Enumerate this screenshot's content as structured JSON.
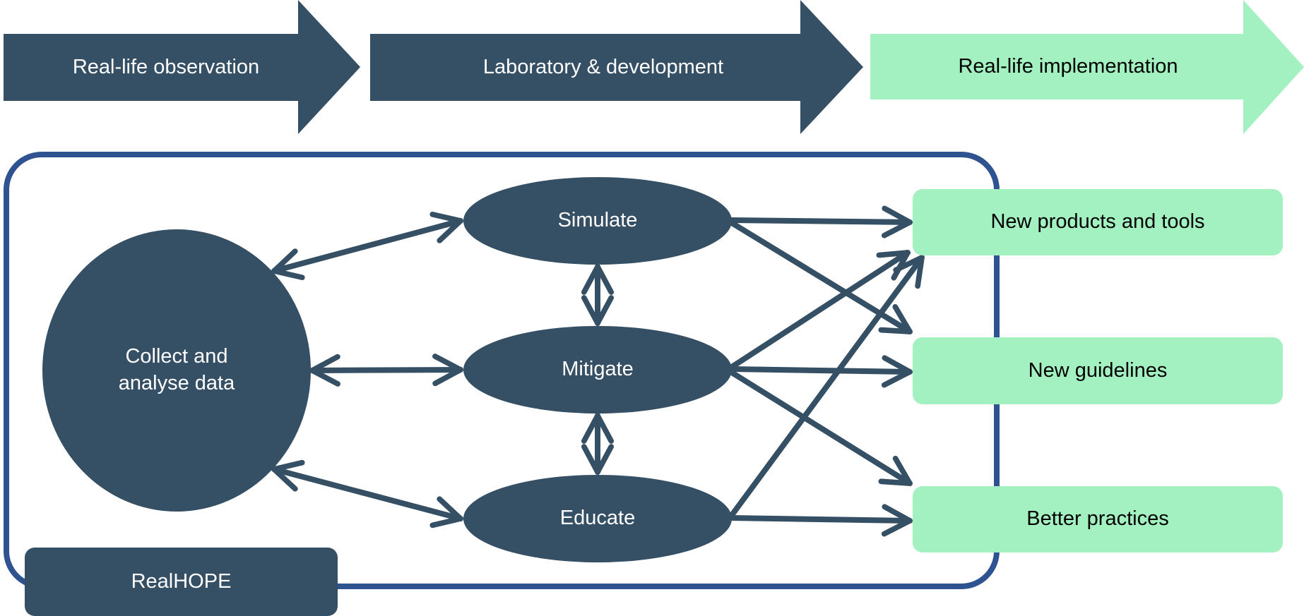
{
  "colors": {
    "navy": "#354f64",
    "mint": "#a3f1c0",
    "frame_blue": "#2f5290",
    "white": "#ffffff",
    "black": "#000000"
  },
  "phases": [
    {
      "label": "Real-life observation",
      "color": "navy"
    },
    {
      "label": "Laboratory & development",
      "color": "navy"
    },
    {
      "label": "Real-life implementation",
      "color": "mint"
    }
  ],
  "hub": {
    "label_line1": "Collect and",
    "label_line2": "analyse data"
  },
  "activities": [
    {
      "label": "Simulate"
    },
    {
      "label": "Mitigate"
    },
    {
      "label": "Educate"
    }
  ],
  "outcomes": [
    {
      "label": "New products and tools"
    },
    {
      "label": "New guidelines"
    },
    {
      "label": "Better practices"
    }
  ],
  "project": {
    "label": "RealHOPE"
  },
  "connections": {
    "hub_activity": [
      "Simulate",
      "Mitigate",
      "Educate"
    ],
    "activity_activity": [
      [
        "Simulate",
        "Mitigate"
      ],
      [
        "Mitigate",
        "Educate"
      ]
    ],
    "activity_outcome": [
      [
        "Simulate",
        "New products and tools"
      ],
      [
        "Simulate",
        "New guidelines"
      ],
      [
        "Mitigate",
        "New products and tools"
      ],
      [
        "Mitigate",
        "New guidelines"
      ],
      [
        "Mitigate",
        "Better practices"
      ],
      [
        "Educate",
        "New products and tools"
      ],
      [
        "Educate",
        "Better practices"
      ]
    ]
  }
}
